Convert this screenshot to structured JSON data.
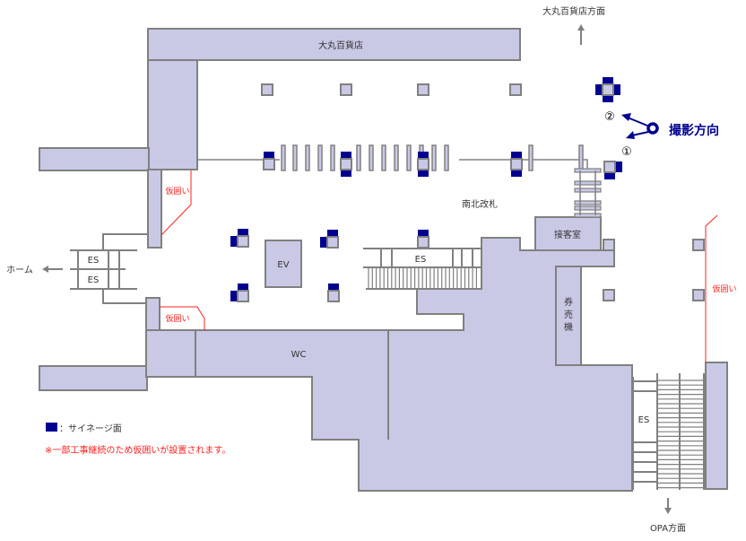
{
  "labels": {
    "daimaru": "大丸百貨店",
    "daimaru_direction": "大丸百貨店方面",
    "home": "ホーム",
    "opa_direction": "OPA方面",
    "gate": "南北改札",
    "reception": "接客室",
    "ticket_machine": [
      "券",
      "売",
      "機"
    ],
    "wc": "WC",
    "ev": "EV",
    "es": "ES",
    "temp_fence": "仮囲い",
    "shoot_direction": "撮影方向",
    "point1": "①",
    "point2": "②"
  },
  "legend": {
    "signage": "：サイネージ面",
    "note": "※一部工事継続のため仮囲いが設置されます。"
  },
  "colors": {
    "block": "#c9c9e6",
    "signage": "#000090",
    "fence": "#ff2020"
  }
}
